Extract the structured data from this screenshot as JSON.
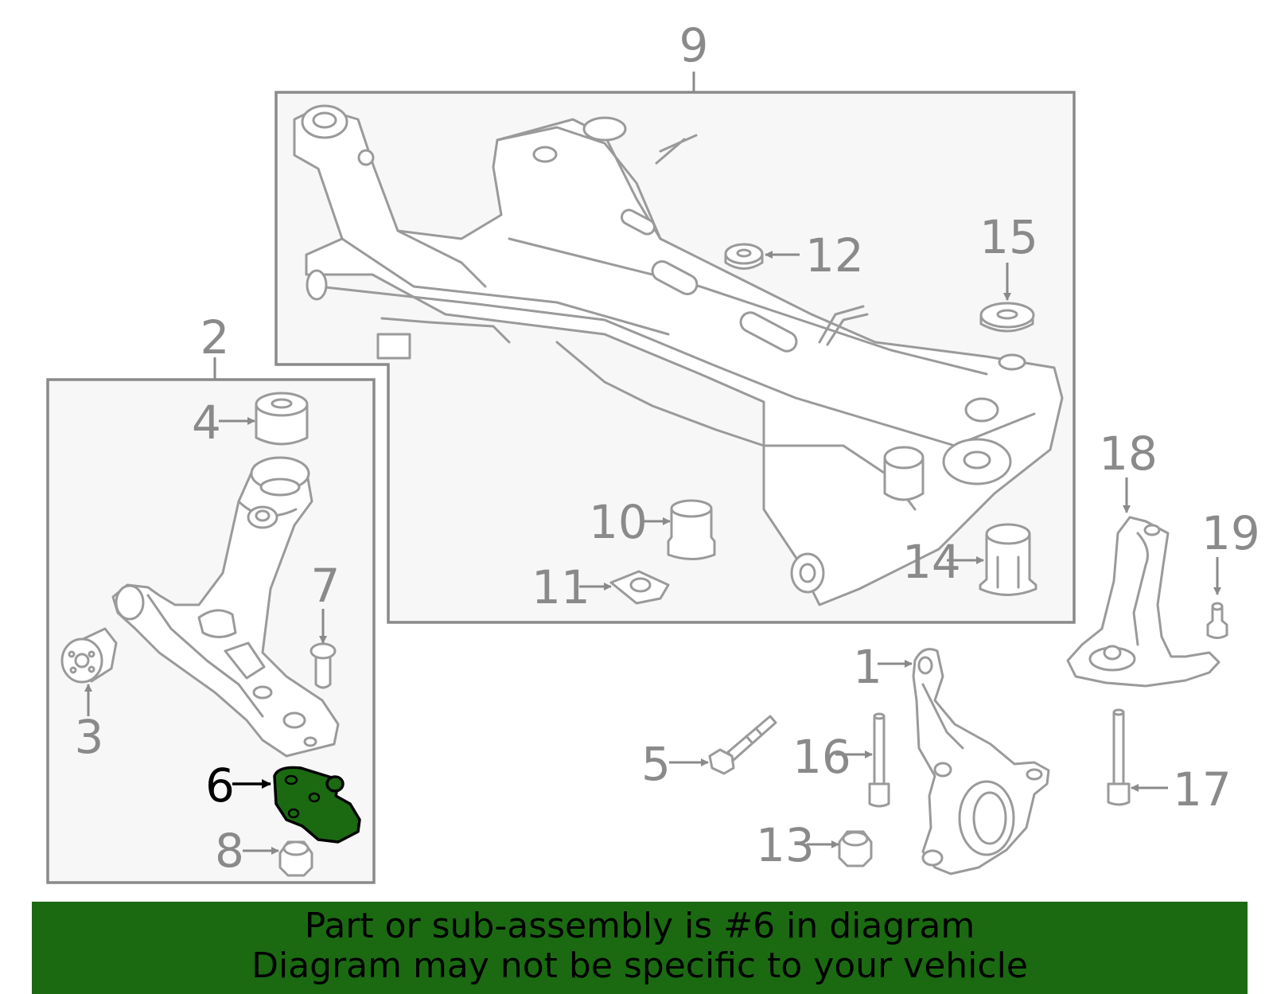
{
  "colors": {
    "highlight": "#1b6a12",
    "line": "#9a9a9a",
    "label": "#8a8a8a",
    "box_fill": "#f7f7f7"
  },
  "labels": {
    "p1": "1",
    "p2": "2",
    "p3": "3",
    "p4": "4",
    "p5": "5",
    "p6": "6",
    "p7": "7",
    "p8": "8",
    "p9": "9",
    "p10": "10",
    "p11": "11",
    "p12": "12",
    "p13": "13",
    "p14": "14",
    "p15": "15",
    "p16": "16",
    "p17": "17",
    "p18": "18",
    "p19": "19"
  },
  "highlighted_part": "6",
  "banner": {
    "line1": "Part or sub-assembly is #6 in diagram",
    "line2": "Diagram may not be specific to your vehicle"
  }
}
